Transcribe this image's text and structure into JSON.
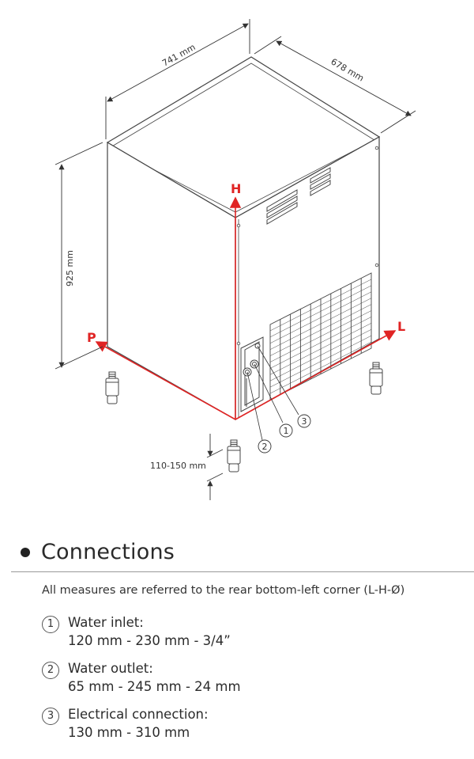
{
  "diagram": {
    "dimensions": {
      "width": "741 mm",
      "depth": "678 mm",
      "height": "925 mm",
      "feet": "110-150 mm"
    },
    "axes": {
      "h": "H",
      "p": "P",
      "l": "L"
    },
    "callouts": [
      "1",
      "2",
      "3"
    ],
    "colors": {
      "axis": "#e02424",
      "line": "#444444"
    }
  },
  "connections": {
    "title": "Connections",
    "subtitle": "All measures are referred to the rear bottom-left corner (L-H-Ø)",
    "items": [
      {
        "num": "1",
        "title": "Water inlet:",
        "values": "120 mm  - 230 mm  - 3/4”"
      },
      {
        "num": "2",
        "title": "Water outlet:",
        "values": "65 mm - 245 mm - 24 mm"
      },
      {
        "num": "3",
        "title": "Electrical connection:",
        "values": "130 mm - 310 mm"
      }
    ]
  }
}
